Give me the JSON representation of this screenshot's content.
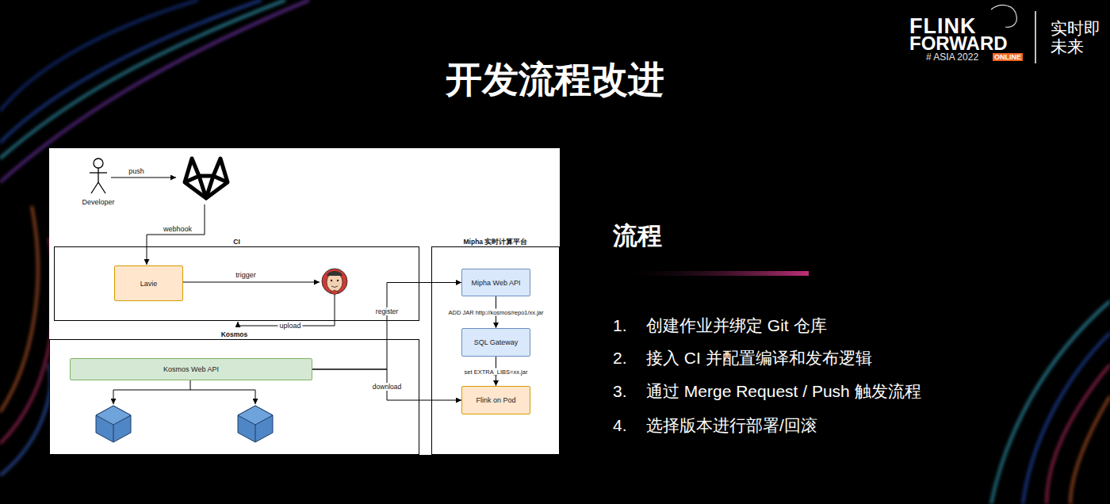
{
  "diagram": {
    "title": "开发流程改进",
    "nodes": [
      {
        "text": [
          "CI"
        ]
      },
      {
        "text": [
          "Lavie"
        ],
        "in": 0
      },
      {
        "text": [
          "Kosmos"
        ]
      },
      {
        "text": [
          "Kosmos Web API"
        ],
        "in": 2
      },
      {
        "text": [
          "Mipha 实时计算平台"
        ]
      },
      {
        "text": [
          "Mipha Web API"
        ],
        "in": 4
      },
      {
        "text": [
          "SQL Gateway"
        ],
        "in": 4
      },
      {
        "text": [
          "Flink on Pod"
        ],
        "in": 4
      }
    ],
    "edges": [
      {
        "from": 5,
        "to": 6,
        "label": "ADD JAR http://kosmos/repo1/xx.jar",
        "arrow": "to"
      },
      {
        "from": 6,
        "to": 7,
        "label": "set EXTRA_LIBS=xx.jar",
        "arrow": "to"
      },
      {
        "from": 3,
        "to": 5,
        "label": "register",
        "arrow": "to"
      },
      {
        "from": 3,
        "to": 7,
        "label": "download",
        "arrow": "to"
      }
    ],
    "labels": [
      "FLINK",
      "FORWARD",
      "# ASIA 2022",
      "ONLINE",
      "实时即未来",
      "Developer",
      "push",
      "webhook",
      "trigger",
      "upload",
      "流程",
      "1.",
      "创建作业并绑定 Git 仓库",
      "2.",
      "接入 CI 并配置编译和发布逻辑",
      "3.",
      "通过 Merge Request / Push 触发流程",
      "4.",
      "选择版本进行部署/回滚"
    ]
  }
}
